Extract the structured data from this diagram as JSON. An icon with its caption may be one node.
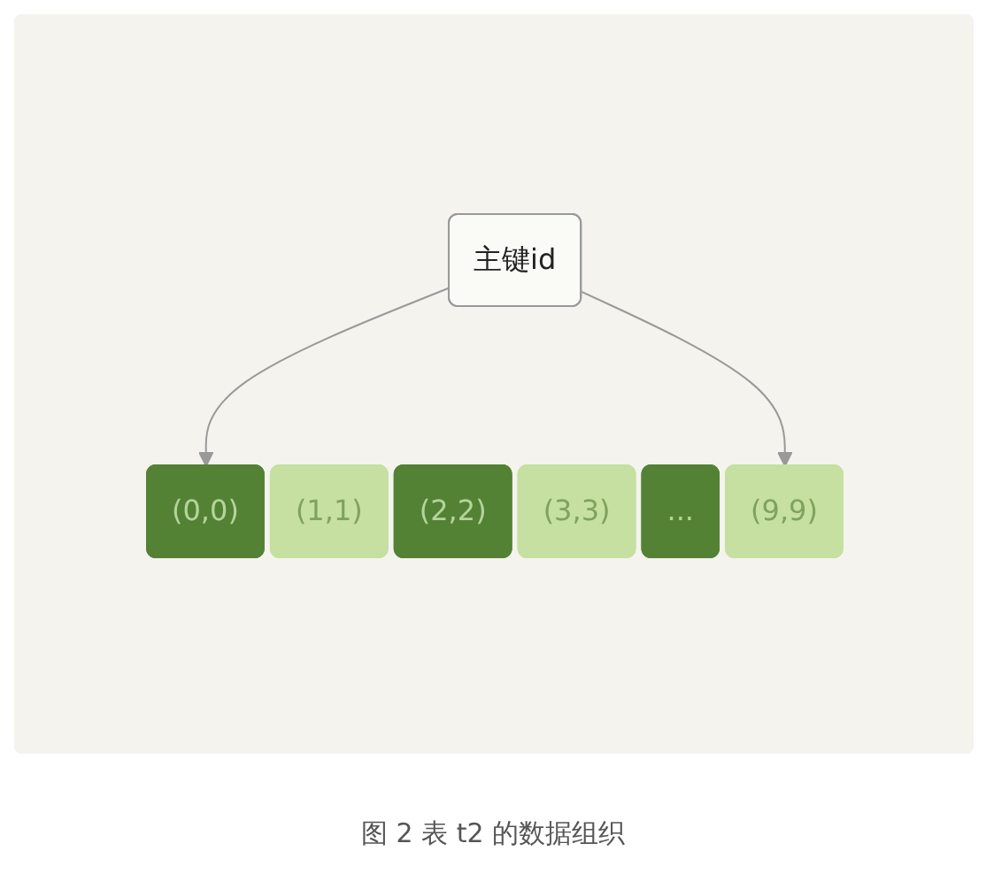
{
  "diagram": {
    "caption": "图 2 表 t2 的数据组织",
    "nodes": [
      {
        "text": [
          "主键id"
        ]
      },
      {
        "text": [
          "(0,0)"
        ]
      },
      {
        "text": [
          "(1,1)"
        ]
      },
      {
        "text": [
          "(2,2)"
        ]
      },
      {
        "text": [
          "(3,3)"
        ]
      },
      {
        "text": [
          "..."
        ]
      },
      {
        "text": [
          "(9,9)"
        ]
      }
    ],
    "edges": [
      {
        "from": 0,
        "to": 1,
        "arrow": "to"
      },
      {
        "from": 0,
        "to": 6,
        "arrow": "to"
      }
    ]
  }
}
